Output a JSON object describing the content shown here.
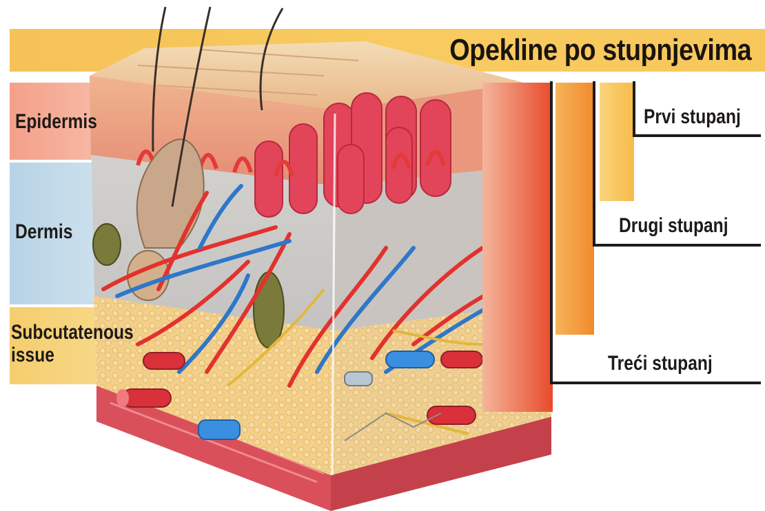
{
  "title": "Opekline po stupnjevima",
  "layers": {
    "epidermis": "Epidermis",
    "dermis": "Dermis",
    "subcutaneous_line1": "Subcutatenous",
    "subcutaneous_line2": "issue"
  },
  "burn_degrees": {
    "first": "Prvi stupanj",
    "second": "Drugi stupanj",
    "third": "Treći stupanj"
  },
  "colors": {
    "title_band": "#f7c75a",
    "epidermis_band": "#f4a08a",
    "dermis_band": "#b7d3e6",
    "subcutaneous_band": "#f5cd6d",
    "third_degree_bar": "#e8452a",
    "second_degree_bar": "#f49a3a",
    "first_degree_bar": "#f8c55c"
  }
}
